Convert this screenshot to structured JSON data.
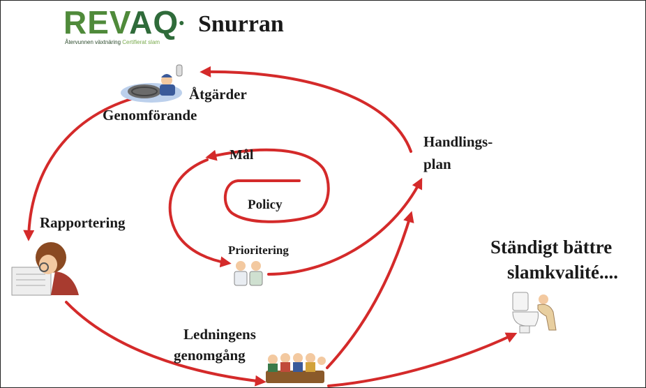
{
  "logo": {
    "word_part1": "REV",
    "word_part2": "AQ",
    "tagline_part1": "Återvunnen växtnäring ",
    "tagline_part2": "Certifierat slam",
    "color_rev": "#4f8a3a",
    "color_aq": "#2f6b3a"
  },
  "title": "Snurran",
  "cycle_labels": {
    "atgarder": "Åtgärder",
    "genomforande": "Genomförande",
    "handlingsplan_line1": "Handlings-",
    "handlingsplan_line2": "plan",
    "mal": "Mål",
    "policy": "Policy",
    "prioritering": "Prioritering",
    "rapportering": "Rapportering",
    "ledningens_line1": "Ledningens",
    "ledningens_line2": "genomgång"
  },
  "slogan": {
    "line1": "Ständigt bättre",
    "line2": "slamkvalité...."
  },
  "illustrations": {
    "worker": "sewer-worker-illustration",
    "reader": "reading-person-illustration",
    "doctors": "doctors-illustration",
    "meeting": "meeting-group-illustration",
    "toilet": "toilet-illustration"
  },
  "colors": {
    "arrow": "#d42a2a"
  }
}
